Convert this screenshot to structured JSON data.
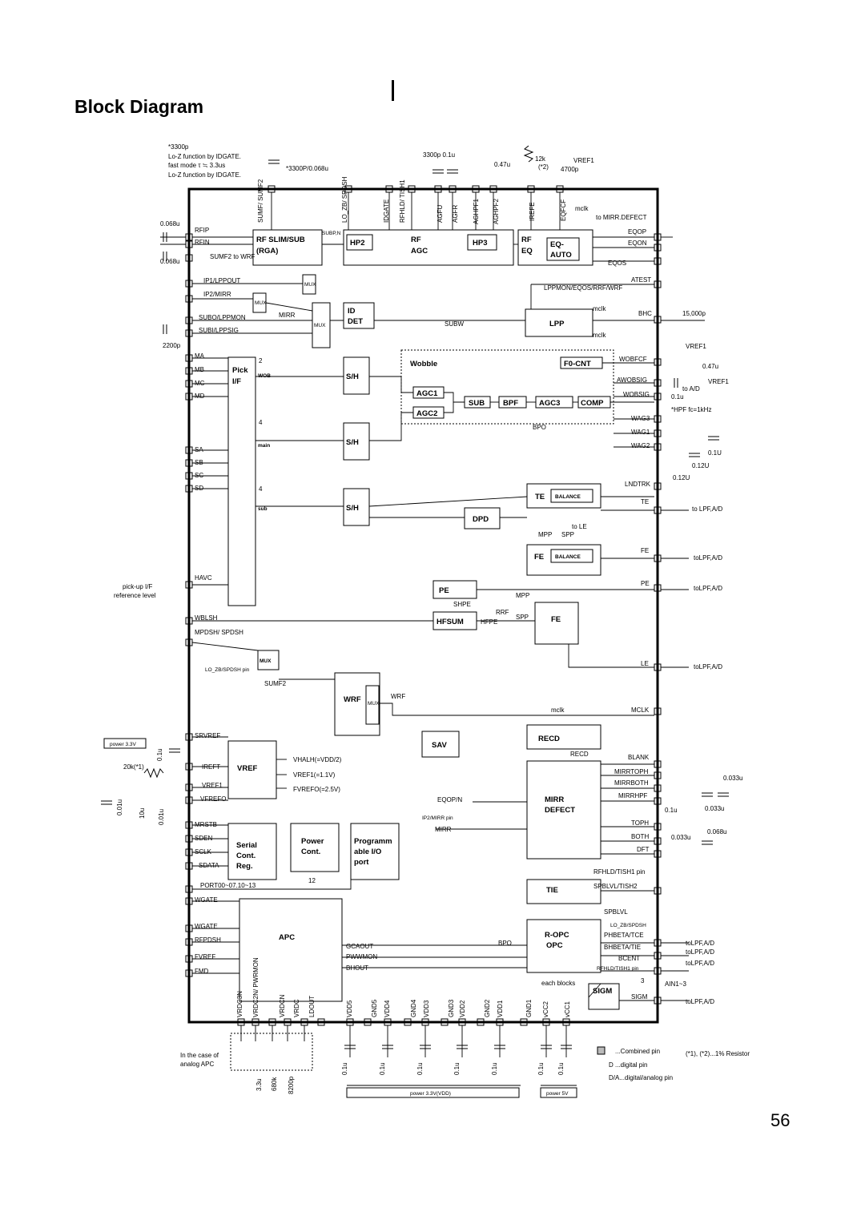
{
  "page": {
    "title": "Block Diagram",
    "page_number": "56"
  },
  "external_top": [
    {
      "text": "*3300p"
    },
    {
      "text": "Lo-Z function by IDGATE."
    },
    {
      "text": "fast mode  τ ≒ 3.3us"
    },
    {
      "text": "Lo-Z function by IDGATE."
    },
    {
      "text": "*3300P/0.068u"
    },
    {
      "text": "3300p  0.1u"
    },
    {
      "text": "0.47u"
    },
    {
      "text": "12k"
    },
    {
      "text": "(*2)"
    },
    {
      "text": "VREF1"
    },
    {
      "text": "4700p"
    }
  ],
  "top_pins": [
    "SUMF/ SUMF2",
    "LO_ZB/ SPDSH",
    "IDGATE",
    "RFHLD/ TISH1",
    "AGFU",
    "AGFR",
    "AGHPF1",
    "AGHPF2",
    "IREFE",
    "EQFCF"
  ],
  "blocks": {
    "rf_slim": "RF SLIM/SUB",
    "rga": "(RGA)",
    "hp2": "HP2",
    "rf_agc_1": "RF",
    "rf_agc_2": "AGC",
    "hp3": "HP3",
    "rf_eq_1": "RF",
    "rf_eq_2": "EQ",
    "eq_auto_1": "EQ-",
    "eq_auto_2": "AUTO",
    "mux1": "MUX",
    "mux2": "MUX",
    "mux3": "MUX",
    "id_det_1": "ID",
    "id_det_2": "DET",
    "lpp": "LPP",
    "pick_1": "Pick",
    "pick_2": "I/F",
    "sh1": "S/H",
    "sh2": "S/H",
    "sh3": "S/H",
    "wobble": "Wobble",
    "f0cnt": "F0-CNT",
    "agc1": "AGC1",
    "agc2": "AGC2",
    "sub": "SUB",
    "bpf": "BPF",
    "agc3": "AGC3",
    "comp": "COMP",
    "te": "TE",
    "te_bal": "BALANCE",
    "dpd": "DPD",
    "fe": "FE",
    "fe_bal": "BALANCE",
    "pe": "PE",
    "hfsum": "HFSUM",
    "fe2": "FE",
    "mux_bottom": "MUX",
    "wrf": "WRF",
    "mux_wrf": "MUX",
    "sav": "SAV",
    "recd": "RECD",
    "vref": "VREF",
    "mirr_1": "MIRR",
    "mirr_2": "DEFECT",
    "serial_1": "Serial",
    "serial_2": "Cont.",
    "serial_3": "Reg.",
    "power_1": "Power",
    "power_2": "Cont.",
    "prog_1": "Programm",
    "prog_2": "able I/O",
    "prog_3": "port",
    "tie": "TIE",
    "apc": "APC",
    "ropc_1": "R-OPC",
    "ropc_2": "OPC",
    "sigm": "SIGM"
  },
  "left_pins": [
    "RFIP",
    "RFIN",
    "SUMF2 to WRF",
    "IP1/LPPOUT",
    "IP2/MIRR",
    "SUBO/LPPMON",
    "SUBI/LPPSIG",
    "MA",
    "MB",
    "MC",
    "MD",
    "SA",
    "SB",
    "SC",
    "SD",
    "HAVC",
    "WBLSH",
    "MPDSH/ SPDSH",
    "SRVREF",
    "IREFT",
    "VREF1",
    "VFREFO",
    "MRSTB",
    "SDEN",
    "SCLK",
    "SDATA",
    "PORT00~07.10~13",
    "WGATE",
    "WGATE",
    "RFPDSH",
    "FVREF",
    "FMD"
  ],
  "right_pins": [
    "to MIRR.DEFECT",
    "EQOP",
    "EQON",
    "EQOS",
    "ATEST",
    "LPPMON/EQOS/RRF/WRF",
    "BHC",
    "WOBFCF",
    "AWOBSIG",
    "WOBSIG",
    "WAG3",
    "WAG1",
    "WAG2",
    "LNDTRK",
    "TE",
    "FE",
    "PE",
    "LE",
    "MCLK",
    "BLANK",
    "MIRRTOPH",
    "MIRRBOTH",
    "MIRRHPF",
    "TOPH",
    "BOTH",
    "DFT",
    "RFHLD/TISH1 pin",
    "SPBLVL/TISH2",
    "SPBLVL",
    "LO_ZB/SPDSH",
    "PHBETA/TCE",
    "BHBETA/TIE",
    "BCENT",
    "RFHLD/TISH1 pin",
    "AIN1~3",
    "SIGM"
  ],
  "right_external": [
    "15,000p",
    "VREF1",
    "0.47u",
    "VREF1",
    "to A/D",
    "0.1u",
    "*HPF fc=1kHz",
    "0.1U",
    "0.12U",
    "0.12U",
    "to LPF,A/D",
    "toLPF,A/D",
    "toLPF,A/D",
    "toLPF,A/D",
    "0.033u",
    "0.1u",
    "0.033u",
    "0.033u",
    "0.068u",
    "toLPF,A/D",
    "toLPF,A/D",
    "toLPF,A/D",
    "toLPF,A/D"
  ],
  "left_external": [
    "0.068u",
    "0.068u",
    "2200p",
    "pick-up I/F",
    "reference level",
    "power 3.3V",
    "0.1u",
    "20k(*1)",
    "0.01u",
    "10u",
    "0.01u"
  ],
  "bottom_pins": [
    "VRDC3N",
    "VRDC2N/ PWRMON",
    "VRDCN",
    "VRDC",
    "LDOUT",
    "VDD5",
    "GND5",
    "VDD4",
    "GND4",
    "VDD3",
    "GND3",
    "VDD2",
    "VDD1",
    "GND2",
    "GND1",
    "vCC2",
    "vCC1"
  ],
  "bottom_caps": [
    "0.1u",
    "0.1u",
    "0.1u",
    "0.1u",
    "0.1u",
    "0.1u",
    "0.1u"
  ],
  "apc_ext": [
    "In the case of",
    "analog APC",
    "3.3u",
    "680k",
    "8200p"
  ],
  "power_labels": [
    "power 3.3V(VDD)",
    "power 5V"
  ],
  "legend": {
    "combined": "...Combined pin",
    "digital": "D  ...digital pin",
    "digital_analog": "D/A...digital/analog pin",
    "resistor": "(*1), (*2)...1% Resistor"
  },
  "inner_labels": [
    "SUBP,N",
    "MIRR",
    "SUBW",
    "mclk",
    "mclk",
    "mclk",
    "BPO",
    "to LE",
    "MPP",
    "SPP",
    "SHPE",
    "RRF",
    "HFPE",
    "MPP",
    "SPP",
    "WRF",
    "SUMF2",
    "LO_ZB/SPDSH pin",
    "mclk",
    "RECD",
    "EQOP/N",
    "IP2/MIRR pin",
    "MIRR",
    "VHALH(=VDD/2)",
    "VREF1(=1.1V)",
    "FVREFO(=2.5V)",
    "12",
    "GCAOUT",
    "PWWMON",
    "BHOUT",
    "BPO",
    "each blocks",
    "3",
    "2",
    "WOB",
    "4",
    "main",
    "4",
    "sub"
  ]
}
